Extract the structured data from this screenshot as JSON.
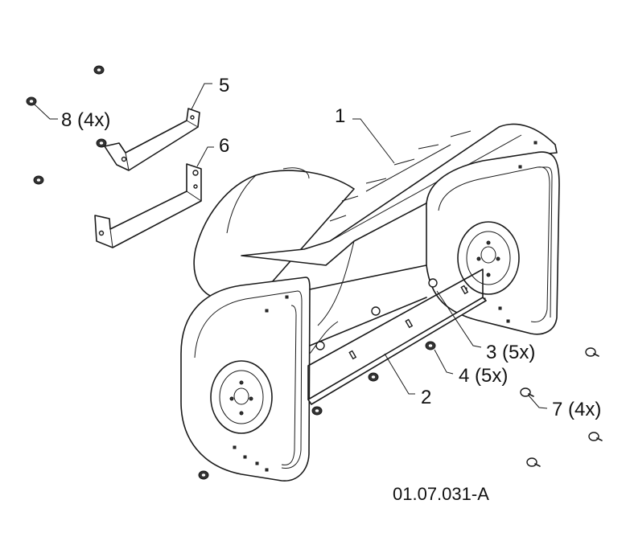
{
  "labels": {
    "part_1": "1",
    "part_2": "2",
    "part_3": "3 (5x)",
    "part_4": "4 (5x)",
    "part_5": "5",
    "part_6": "6",
    "part_7": "7 (4x)",
    "part_8": "8 (4x)"
  },
  "figure_id": "01.07.031-A"
}
